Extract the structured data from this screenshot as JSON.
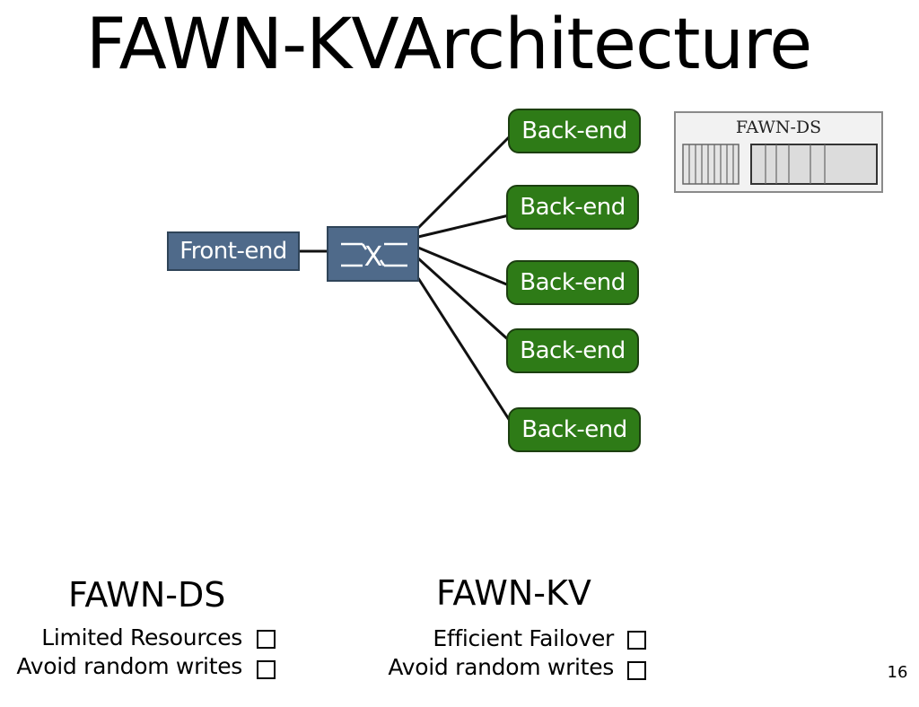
{
  "slide": {
    "title": "FAWN-KVArchitecture",
    "page_number": "16"
  },
  "diagram": {
    "front_end_label": "Front-end",
    "switch_label": "X",
    "backends": [
      {
        "label": "Back-end"
      },
      {
        "label": "Back-end"
      },
      {
        "label": "Back-end"
      },
      {
        "label": "Back-end"
      },
      {
        "label": "Back-end"
      }
    ],
    "datastore_label": "FAWN-DS",
    "colors": {
      "front_end_fill": "#4f6a8a",
      "backend_fill": "#2e7b17",
      "link_stroke": "#111111"
    }
  },
  "columns": {
    "ds": {
      "heading": "FAWN-DS",
      "items": [
        {
          "label": "Limited Resources",
          "checked": false
        },
        {
          "label": "Avoid random writes",
          "checked": false
        }
      ]
    },
    "kv": {
      "heading": "FAWN-KV",
      "items": [
        {
          "label": "Efficient Failover",
          "checked": false
        },
        {
          "label": "Avoid random writes",
          "checked": false
        }
      ]
    }
  }
}
